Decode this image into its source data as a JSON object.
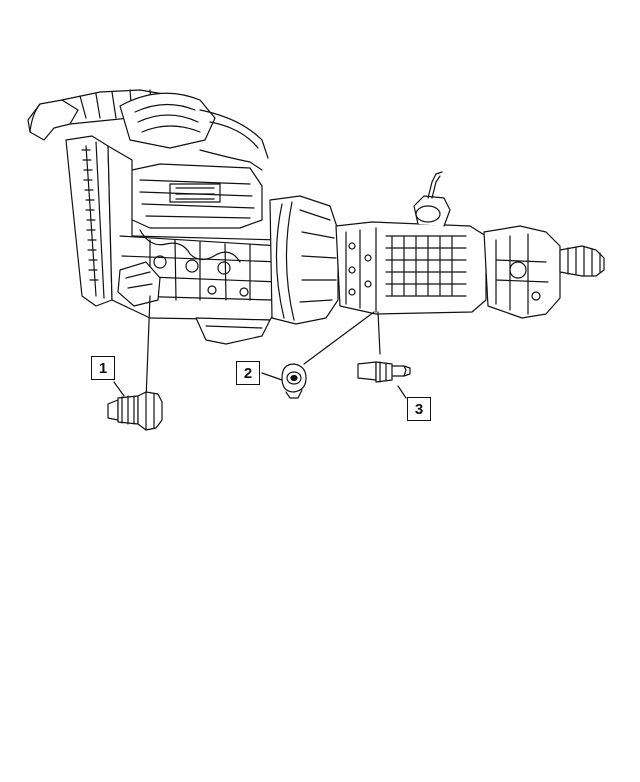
{
  "callouts": [
    {
      "label": "1"
    },
    {
      "label": "2"
    },
    {
      "label": "3"
    }
  ],
  "parts": [
    "engine-transmission-assembly",
    "sensor-1",
    "sensor-2",
    "sensor-3"
  ],
  "colors": {
    "line": "#111111",
    "background": "#ffffff"
  }
}
